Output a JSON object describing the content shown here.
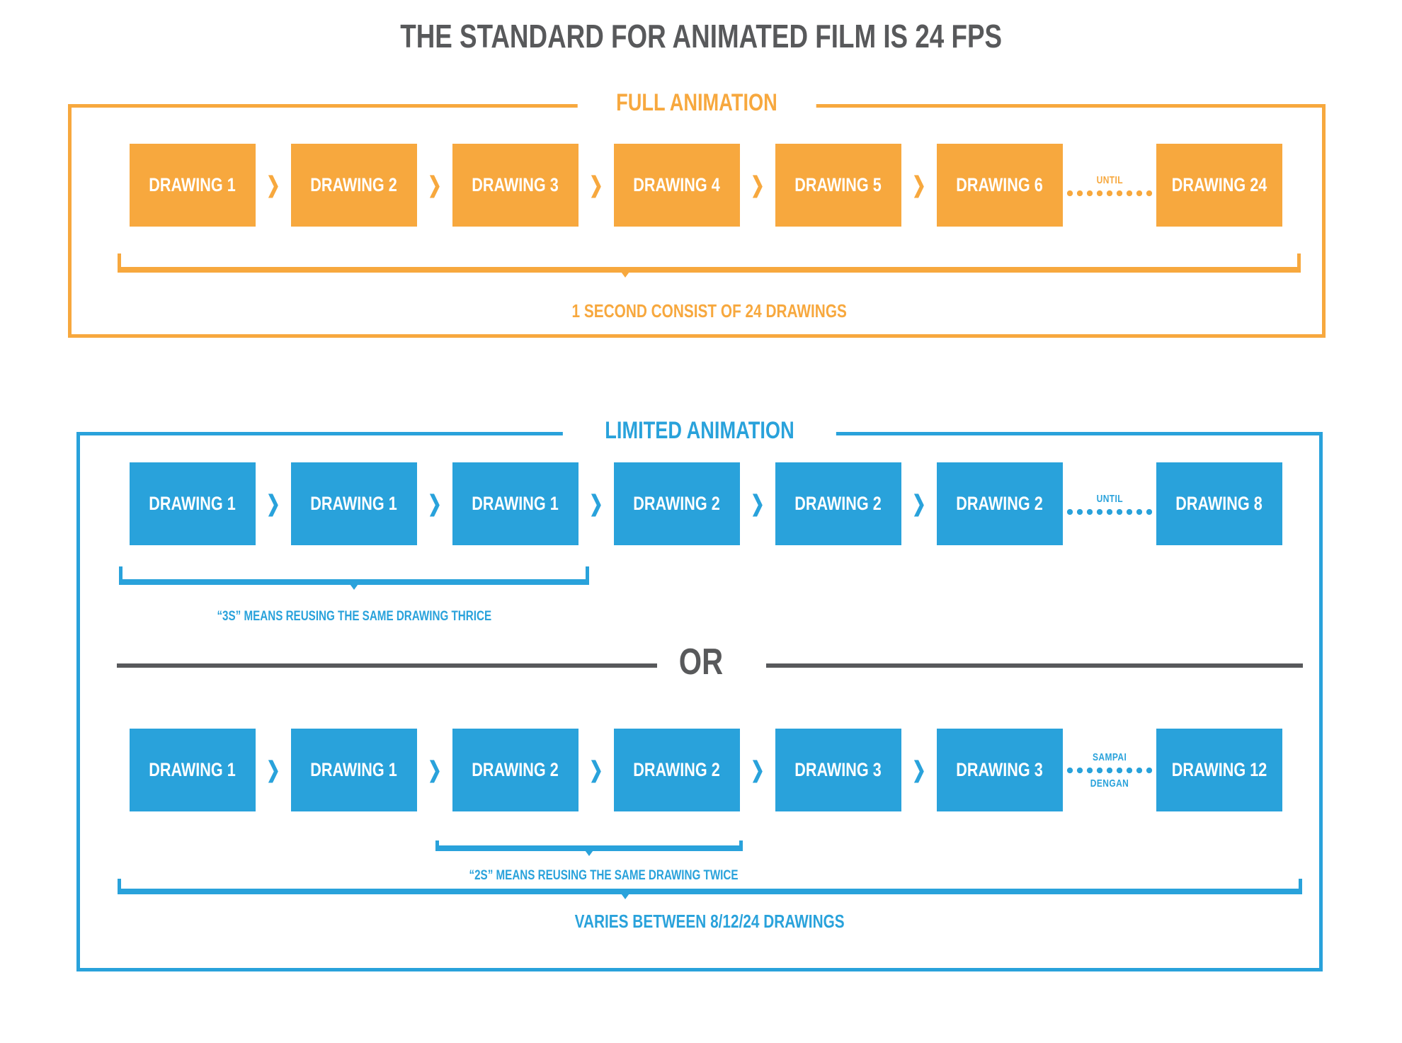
{
  "title": "THE STANDARD FOR ANIMATED FILM IS 24 FPS",
  "icons": {
    "chevron": "❯"
  },
  "colors": {
    "orange": "#F7A83E",
    "blue": "#29A2DB",
    "gray": "#58595B",
    "box_text": "#FFFFFF"
  },
  "full_animation": {
    "label": "FULL ANIMATION",
    "boxes": [
      "DRAWING 1",
      "DRAWING 2",
      "DRAWING 3",
      "DRAWING 4",
      "DRAWING 5",
      "DRAWING 6",
      "DRAWING 24"
    ],
    "until_label": "UNTIL",
    "caption": "1 SECOND CONSIST OF 24 DRAWINGS"
  },
  "limited_animation": {
    "label": "LIMITED ANIMATION",
    "or_label": "OR",
    "row1": {
      "boxes": [
        "DRAWING 1",
        "DRAWING 1",
        "DRAWING 1",
        "DRAWING 2",
        "DRAWING 2",
        "DRAWING 2",
        "DRAWING 8"
      ],
      "until_label": "UNTIL",
      "bracket_caption": "“3S” MEANS REUSING THE SAME DRAWING THRICE"
    },
    "row2": {
      "boxes": [
        "DRAWING 1",
        "DRAWING 1",
        "DRAWING 2",
        "DRAWING 2",
        "DRAWING 3",
        "DRAWING 3",
        "DRAWING 12"
      ],
      "until_label_top": "SAMPAI",
      "until_label_bottom": "DENGAN",
      "bracket_caption": "“2S” MEANS REUSING THE SAME DRAWING TWICE"
    },
    "caption": "VARIES BETWEEN 8/12/24 DRAWINGS"
  }
}
